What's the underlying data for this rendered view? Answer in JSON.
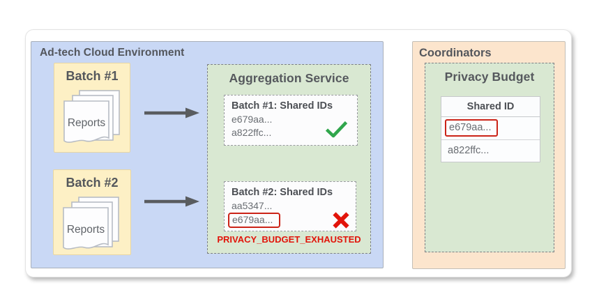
{
  "adtech": {
    "title": "Ad-tech Cloud Environment",
    "batches": [
      {
        "title": "Batch #1",
        "doc_label": "Reports"
      },
      {
        "title": "Batch #2",
        "doc_label": "Reports"
      }
    ]
  },
  "aggregation": {
    "title": "Aggregation Service",
    "results": [
      {
        "title": "Batch #1: Shared IDs",
        "ids": [
          "e679aa...",
          "a822ffc..."
        ],
        "status": "success"
      },
      {
        "title": "Batch #2: Shared IDs",
        "ids": [
          "aa5347...",
          "e679aa..."
        ],
        "status": "error",
        "flagged_id": "e679aa..."
      }
    ],
    "error_label": "PRIVACY_BUDGET_EXHAUSTED"
  },
  "coordinators": {
    "title": "Coordinators",
    "privacy_budget": {
      "title": "Privacy Budget",
      "table": {
        "header": "Shared ID",
        "rows": [
          "e679aa...",
          "a822ffc..."
        ],
        "flagged_row": "e679aa..."
      }
    }
  },
  "colors": {
    "panel_blue": "#c9d8f5",
    "panel_orange": "#fce5cd",
    "box_green": "#d9e8d2",
    "batch_yellow": "#fdf0c5",
    "error_red": "#e2140a",
    "flag_border_red": "#cb2317",
    "success_green": "#30a64c",
    "arrow_gray": "#595c5f",
    "text_gray": "#53565c"
  }
}
